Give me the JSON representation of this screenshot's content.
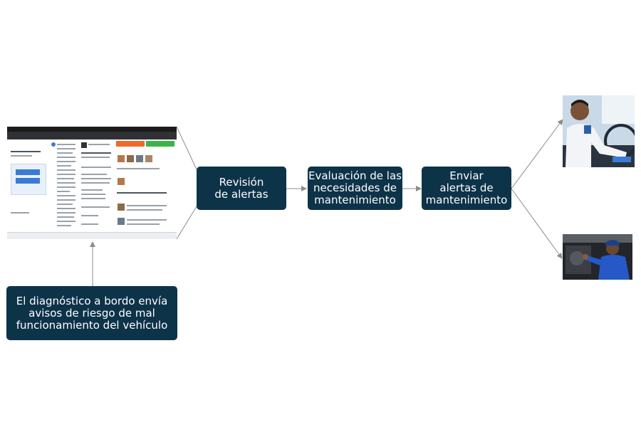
{
  "diagram": {
    "boxes": {
      "review": "Revisión\nde alertas",
      "evaluation": "Evaluación de las\nnecesidades de\nmantenimiento",
      "send": "Enviar\nalertas de\nmantenimiento",
      "onboard": "El diagnóstico a bordo envía\navisos de riesgo de mal\nfuncionamiento del vehículo"
    },
    "images": {
      "app_screens": "mobile-app-screenshots",
      "photo_driver": "bus-driver-photo",
      "photo_mechanic": "mechanic-photo"
    },
    "colors": {
      "box_fill": "#0d3349",
      "box_text": "#ffffff",
      "arrow": "#8c8c8c"
    }
  }
}
